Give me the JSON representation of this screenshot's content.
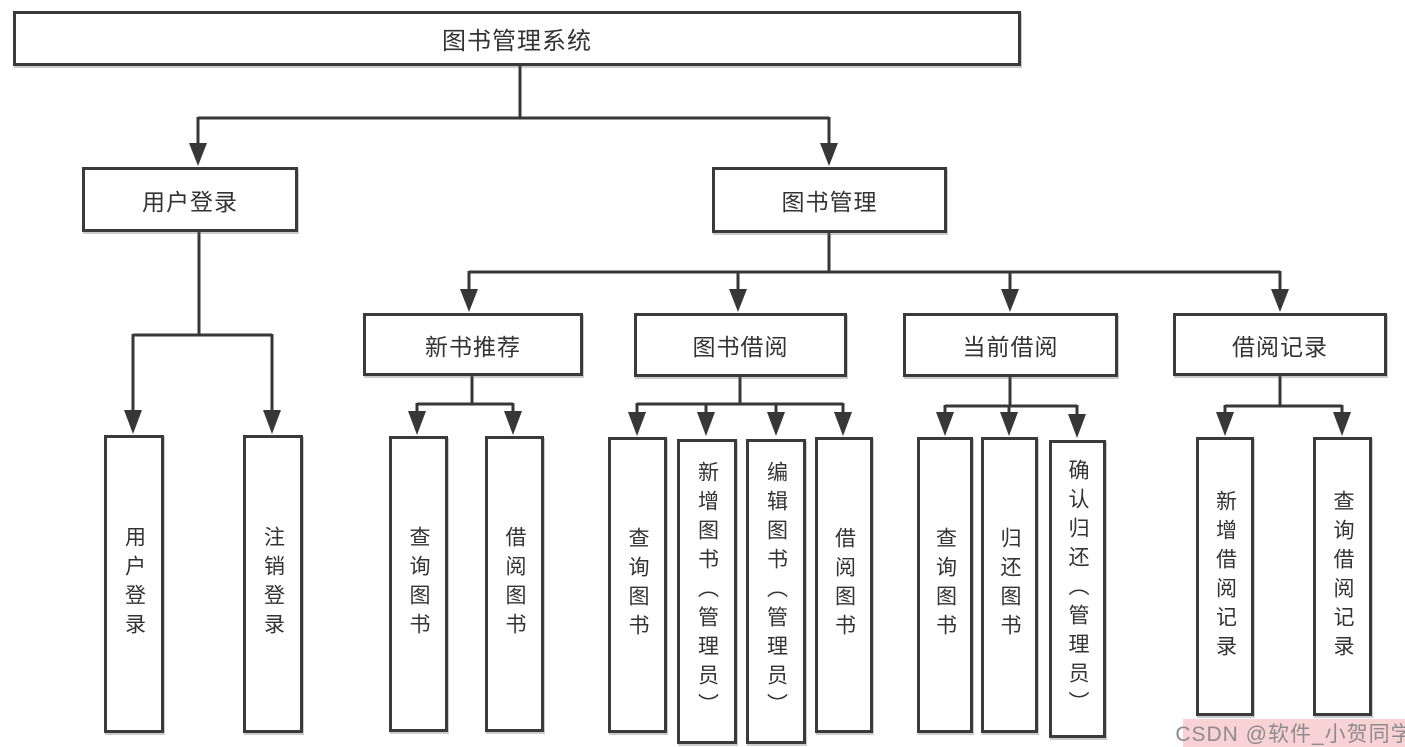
{
  "tree": {
    "label": "图书管理系统",
    "children": [
      {
        "label": "用户登录",
        "children": [
          {
            "label": "用户登录"
          },
          {
            "label": "注销登录"
          }
        ]
      },
      {
        "label": "图书管理",
        "children": [
          {
            "label": "新书推荐",
            "children": [
              {
                "label": "查询图书"
              },
              {
                "label": "借阅图书"
              }
            ]
          },
          {
            "label": "图书借阅",
            "children": [
              {
                "label": "查询图书"
              },
              {
                "label": "新增图书（管理员）"
              },
              {
                "label": "编辑图书（管理员）"
              },
              {
                "label": "借阅图书"
              }
            ]
          },
          {
            "label": "当前借阅",
            "children": [
              {
                "label": "查询图书"
              },
              {
                "label": "归还图书"
              },
              {
                "label": "确认归还（管理员）"
              }
            ]
          },
          {
            "label": "借阅记录",
            "children": [
              {
                "label": "新增借阅记录"
              },
              {
                "label": "查询借阅记录"
              }
            ]
          }
        ]
      }
    ]
  },
  "watermark": {
    "text": "CSDN @软件_小贺同学"
  },
  "colors": {
    "line": "#373737",
    "box-border": "#3a3a3a",
    "text": "#333333",
    "wm-bg": "#f8d2d4",
    "wm-text": "#8c8c8c"
  }
}
